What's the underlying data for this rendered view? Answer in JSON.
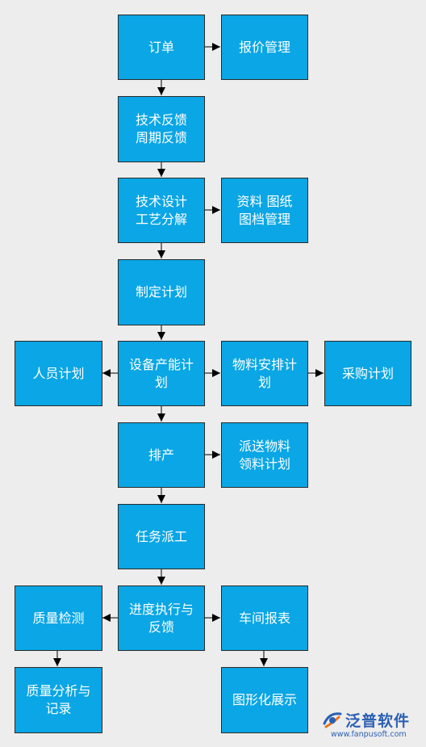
{
  "diagram": {
    "nodes": {
      "order": "订单",
      "quote_mgmt": "报价管理",
      "tech_feedback": "技术反馈\n周期反馈",
      "tech_design": "技术设计\n工艺分解",
      "docs_mgmt": "资料  图纸\n图档管理",
      "make_plan": "制定计划",
      "staff_plan": "人员计划",
      "capacity_plan": "设备产能计\n划",
      "material_plan": "物料安排计\n划",
      "purchase_plan": "采购计划",
      "scheduling": "排产",
      "delivery_plan": "派送物料\n领料计划",
      "task_dispatch": "任务派工",
      "progress": "进度执行与\n反馈",
      "quality_check": "质量检测",
      "workshop_report": "车间报表",
      "quality_analysis": "质量分析与\n记录",
      "graph_display": "图形化展示"
    },
    "colors": {
      "node_fill": "#0aa6e5",
      "node_text": "#ffffff",
      "edge": "#000000",
      "background": "#ededed"
    }
  },
  "logo": {
    "brand": "泛普软件",
    "url": "www.fanpusoft.com",
    "icon": "fanpu-logo-icon"
  }
}
